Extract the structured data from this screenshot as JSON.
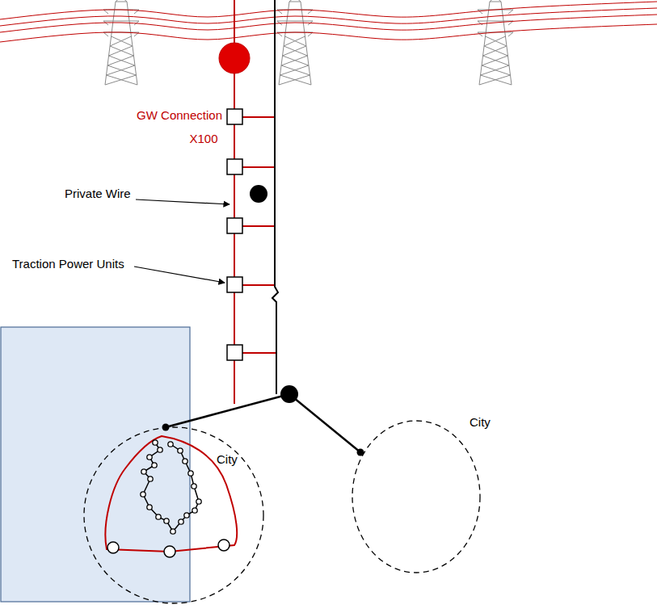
{
  "diagram": {
    "nodes": [
      {
        "text": [
          "City"
        ]
      },
      {
        "text": [
          "City"
        ]
      }
    ],
    "labels": [
      "GW Connection",
      "X100",
      "Private Wire",
      "Traction Power Units"
    ]
  }
}
